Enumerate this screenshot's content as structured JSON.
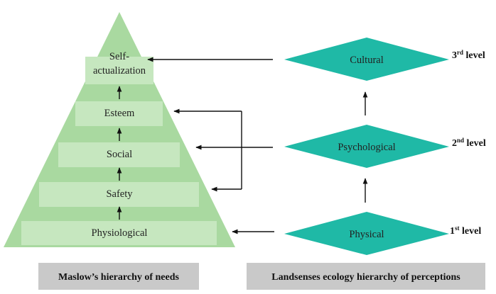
{
  "maslow": {
    "caption": "Maslow’s hierarchy of needs",
    "levels": {
      "self_1": "Self-",
      "self_2": "actualization",
      "esteem": "Esteem",
      "social": "Social",
      "safety": "Safety",
      "physiological": "Physiological"
    }
  },
  "landsenses": {
    "caption": "Landsenses ecology hierarchy of perceptions",
    "levels": {
      "cultural": "Cultural",
      "psychological": "Psychological",
      "physical": "Physical"
    },
    "level_labels": {
      "l3_num": "3",
      "l3_sup": "rd",
      "l3_word": " level",
      "l2_num": "2",
      "l2_sup": "nd",
      "l2_word": " level",
      "l1_num": "1",
      "l1_sup": "st",
      "l1_word": " level"
    }
  },
  "colors": {
    "pyramid": "#a9d9a0",
    "box": "#c6e7bf",
    "diamond": "#1fb9a6",
    "caption_bg": "#c9c9c9"
  }
}
